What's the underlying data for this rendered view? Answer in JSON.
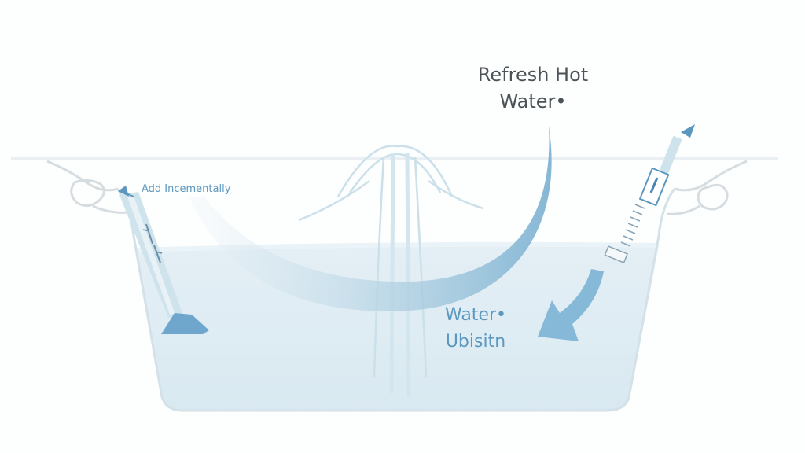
{
  "labels": {
    "refresh_line1": "Refresh Hot",
    "refresh_line2": "Water•",
    "add_incrementally": "Add Incementally",
    "water_line1": "Water•",
    "water_line2": "Ubisitn"
  },
  "colors": {
    "text_dark": "#4b5358",
    "text_blue": "#5b97bf",
    "arrow_blue": "#7fb3d3",
    "water_fill": "#e3eff5",
    "tub_outline": "#cfdde4"
  },
  "icons": {
    "left_thermometer": "thermometer-icon",
    "right_thermometer": "thermometer-icon"
  }
}
